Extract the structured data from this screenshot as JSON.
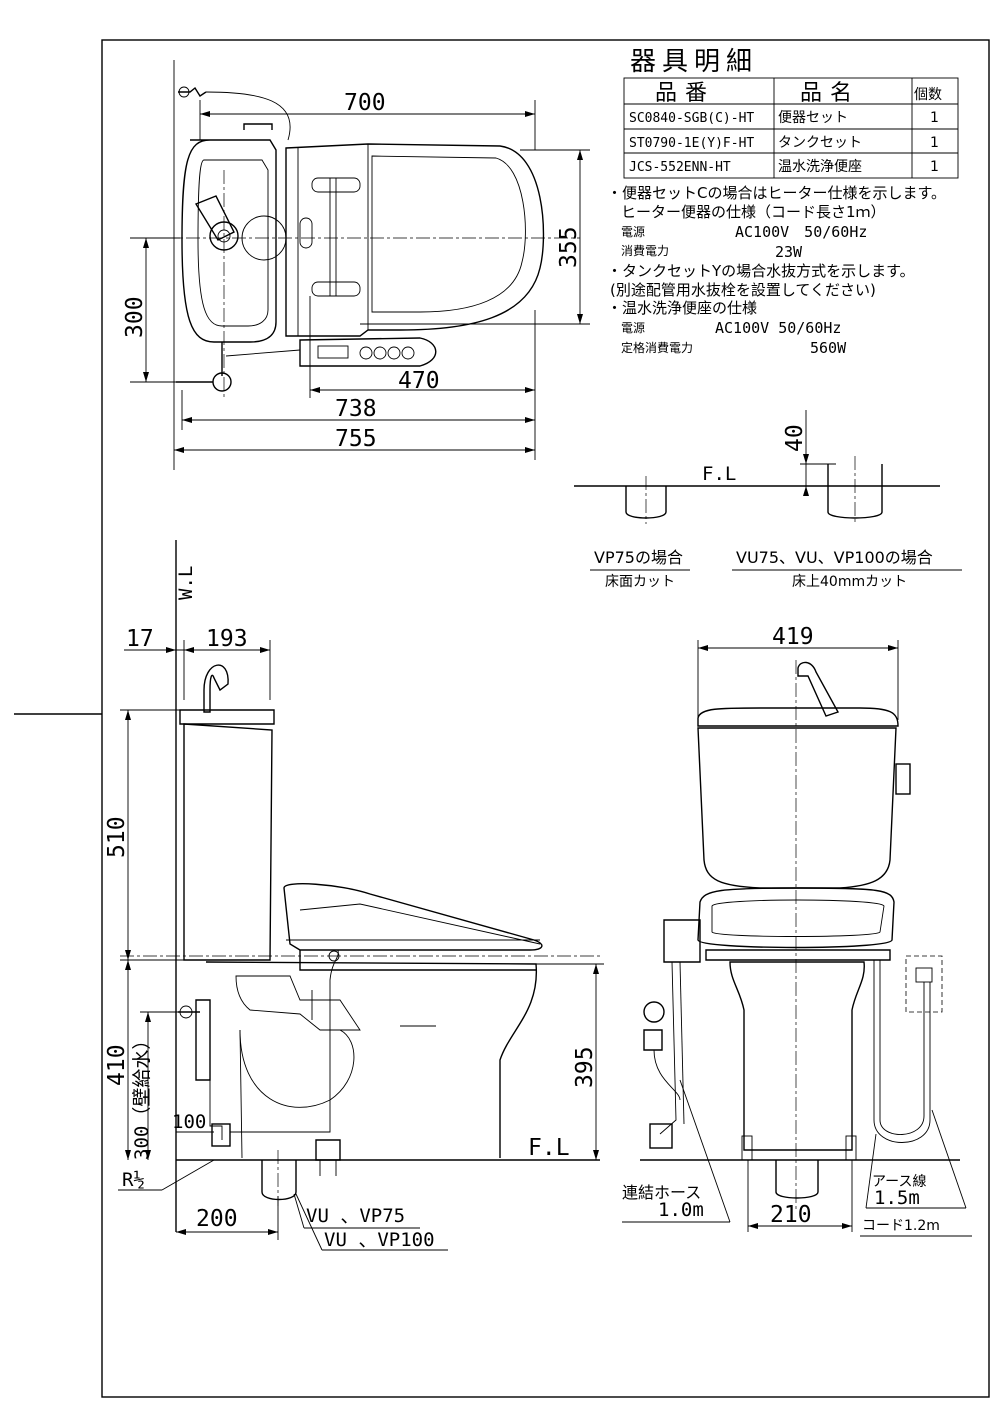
{
  "spec_table": {
    "title": "器具明細",
    "headers": {
      "part_no": "品番",
      "name": "品名",
      "qty": "個数"
    },
    "rows": [
      {
        "part_no": "SC0840-SGB(C)-HT",
        "name": "便器セット",
        "qty": "1"
      },
      {
        "part_no": "ST0790-1E(Y)F-HT",
        "name": "タンクセット",
        "qty": "1"
      },
      {
        "part_no": "JCS-552ENN-HT",
        "name": "温水洗浄便座",
        "qty": "1"
      }
    ]
  },
  "notes": {
    "n1": "・便器セットCの場合はヒーター仕様を示します。",
    "n2": "ヒーター便器の仕様（コード長さ1ｍ）",
    "n3_label": "電源",
    "n3_value": "AC100V　50/60Hz",
    "n4_label": "消費電力",
    "n4_value": "23W",
    "n5": "・タンクセットYの場合水抜方式を示します。",
    "n6": "(別途配管用水抜栓を設置してください)",
    "n7": "・温水洗浄便座の仕様",
    "n8_label": "電源",
    "n8_value": "AC100V 50/60Hz",
    "n9_label": "定格消費電力",
    "n9_value": "560W"
  },
  "top_view": {
    "d700": "700",
    "d355": "355",
    "d300": "300",
    "d470": "470",
    "d738": "738",
    "d755": "755"
  },
  "detail": {
    "d40": "40",
    "fl": "F.L",
    "left_title": "VP75の場合",
    "left_sub": "床面カット",
    "right_title": "VU75、VU、VP100の場合",
    "right_sub": "床上40mmカット"
  },
  "side_view": {
    "wl": "W.L",
    "d17": "17",
    "d193": "193",
    "d510": "510",
    "d410": "410",
    "d300": "300（壁給水）",
    "d100": "100",
    "d395": "395",
    "fl": "F.L",
    "r12": "R½",
    "d200": "200",
    "vu_vp75": "VU 、VP75",
    "vu_vp100": "VU 、VP100"
  },
  "front_view": {
    "d419": "419",
    "hose_label": "連結ホース",
    "hose_len": "1.0m",
    "d210": "210",
    "earth_label": "アース線",
    "earth_len": "1.5m",
    "cord": "コード1.2m"
  }
}
